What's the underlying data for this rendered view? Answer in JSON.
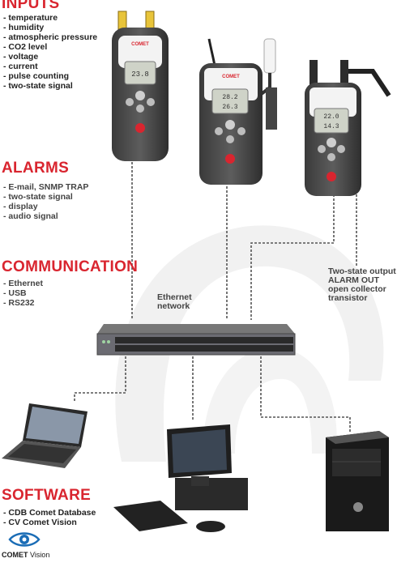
{
  "sections": {
    "inputs": {
      "title": "INPUTS",
      "items": [
        "temperature",
        "humidity",
        "atmospheric pressure",
        "CO2 level",
        "voltage",
        "current",
        "pulse counting",
        "two-state signal"
      ]
    },
    "alarms": {
      "title": "ALARMS",
      "items": [
        "E-mail, SNMP TRAP",
        "two-state signal",
        "display",
        "audio signal"
      ]
    },
    "communication": {
      "title": "COMMUNICATION",
      "items": [
        "Ethernet",
        "USB",
        "RS232"
      ]
    },
    "software": {
      "title": "SOFTWARE",
      "items": [
        "CDB Comet Database",
        "CV Comet Vision"
      ]
    }
  },
  "labels": {
    "ethernet": [
      "Ethernet",
      "network"
    ],
    "output": [
      "Two-state output",
      "ALARM OUT",
      "open collector",
      "transistor"
    ]
  },
  "devices": {
    "brand": "COMET",
    "meter1_reading": "23.8",
    "meter2_reading_top": "28.2",
    "meter2_reading_bottom": "26.3",
    "meter3_reading_top": "22.0",
    "meter3_reading_bottom": "14.3"
  },
  "logo": {
    "brand": "COMET",
    "product": "Vision"
  },
  "colors": {
    "accent": "#d9252f",
    "text": "#222222",
    "line": "#555555"
  }
}
